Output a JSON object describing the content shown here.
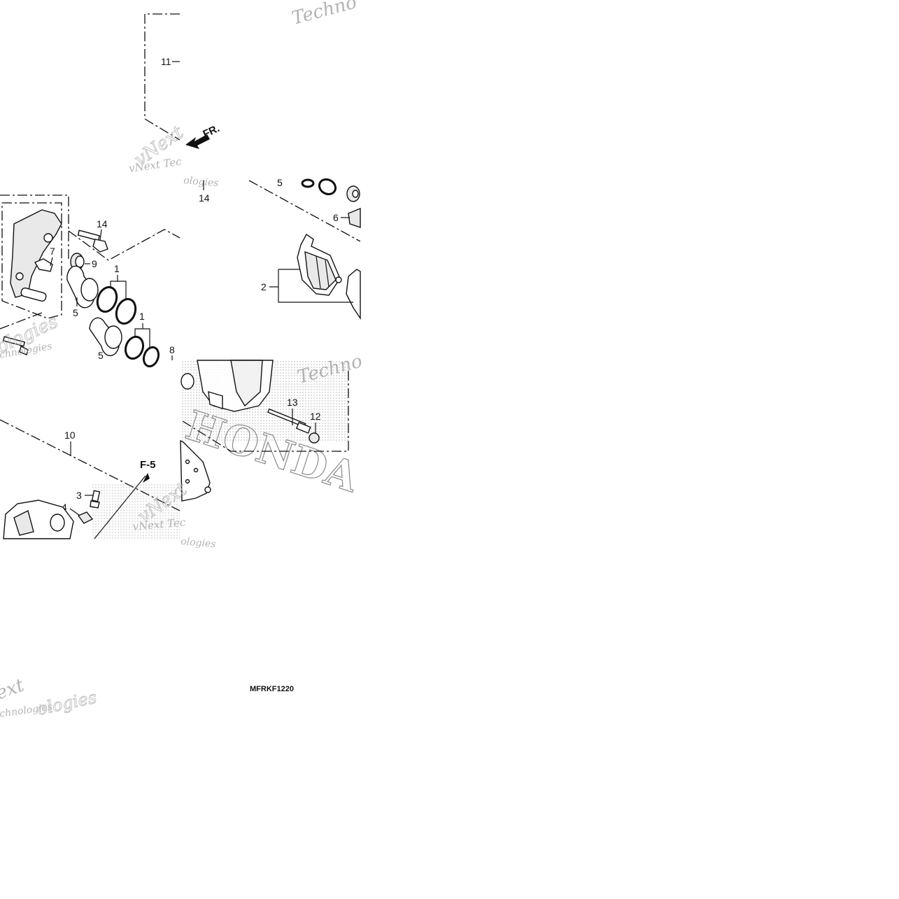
{
  "diagram": {
    "code": "MFRKF1220",
    "direction_label": "FR.",
    "ref_label": "F-5",
    "callouts": {
      "c1a": "1",
      "c1b": "1",
      "c2": "2",
      "c3": "3",
      "c4": "4",
      "c5a": "5",
      "c5b": "5",
      "c5c": "5",
      "c6": "6",
      "c7": "7",
      "c8": "8",
      "c9": "9",
      "c10": "10",
      "c11": "11",
      "c12": "12",
      "c13": "13",
      "c14a": "14",
      "c14b": "14"
    },
    "watermark": {
      "brand_a": "vNext",
      "brand_b": "Technologies",
      "partial_tech": "Techno",
      "partial_tec": "vNext Tec",
      "partial_ologies": "ologies",
      "partial_ext": "ext",
      "partial_chnologies": "chnologies",
      "logo": "HONDA"
    }
  },
  "colors": {
    "ink": "#111111",
    "watermark": "#9a9a9a",
    "background": "#ffffff"
  }
}
